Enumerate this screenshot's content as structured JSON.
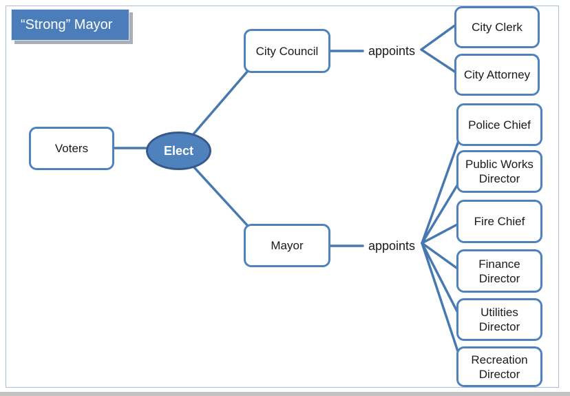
{
  "title": {
    "label": "“Strong” Mayor"
  },
  "nodes": {
    "voters": {
      "label": "Voters"
    },
    "elect": {
      "label": "Elect"
    },
    "city_council": {
      "label": "City Council"
    },
    "mayor": {
      "label": "Mayor"
    }
  },
  "edge_labels": {
    "council_appoints": "appoints",
    "mayor_appoints": "appoints"
  },
  "council_appointees": [
    {
      "label": "City Clerk"
    },
    {
      "label": "City Attorney"
    }
  ],
  "mayor_appointees": [
    {
      "label": "Police Chief"
    },
    {
      "label": "Public Works Director"
    },
    {
      "label": "Fire Chief"
    },
    {
      "label": "Finance Director"
    },
    {
      "label": "Utilities Director"
    },
    {
      "label": "Recreation Director"
    }
  ],
  "colors": {
    "node_border": "#4F81BD",
    "connector": "#4878B0",
    "ellipse_fill": "#4F81BD",
    "ellipse_border": "#36598C",
    "title_bg": "#4C7DBB",
    "title_shadow": "#A9AFB9",
    "frame_border": "#A8BEDC",
    "bottom_shadow": "#C2C2C2",
    "text": "#1a1a1a"
  }
}
